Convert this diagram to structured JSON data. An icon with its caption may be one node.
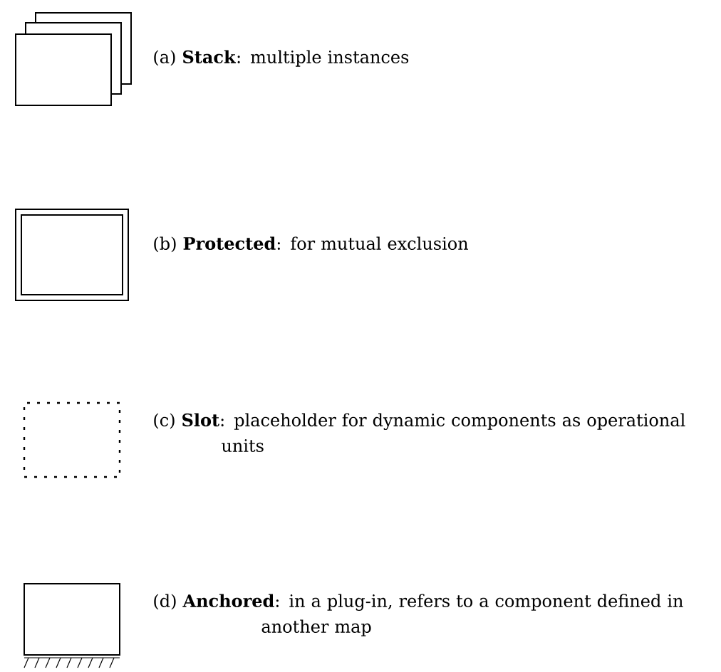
{
  "diagram": {
    "nodes": [
      {
        "text": [],
        "shape": "box",
        "beside": [
          "(a) **Stack**: multiple instances"
        ]
      },
      {
        "text": [],
        "shape": "box",
        "beside": [
          "(b) **Protected**: for mutual exclusion"
        ]
      },
      {
        "text": [],
        "shape": "box",
        "beside": [
          "(c) **Slot**: placeholder for dynamic components as operational units"
        ]
      },
      {
        "text": [],
        "shape": "box",
        "beside": [
          "(d) **Anchored**: in a plug-in, refers to a component defined in another map"
        ]
      }
    ]
  }
}
